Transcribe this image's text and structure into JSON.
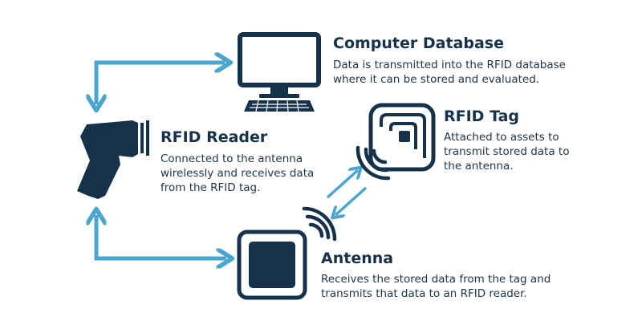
{
  "colors": {
    "arrow": "#4aa6cf",
    "icon_dark": "#16324a",
    "text": "#16324a"
  },
  "nodes": {
    "computer_database": {
      "title": "Computer Database",
      "description": "Data is transmitted into the RFID database where it can be stored and evaluated.",
      "icon": "computer-monitor-icon"
    },
    "rfid_tag": {
      "title": "RFID Tag",
      "description": "Attached to assets to transmit stored data to the antenna.",
      "icon": "rfid-tag-icon"
    },
    "rfid_reader": {
      "title": "RFID Reader",
      "description": "Connected to the antenna wirelessly and receives data from the RFID tag.",
      "icon": "rfid-scanner-icon"
    },
    "antenna": {
      "title": "Antenna",
      "description": "Receives the stored data from the tag and transmits that data to an RFID reader.",
      "icon": "antenna-icon"
    }
  }
}
